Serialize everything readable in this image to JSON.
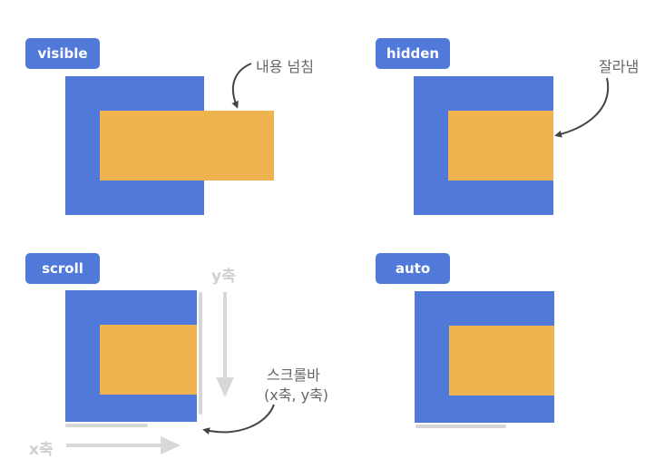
{
  "colors": {
    "badge": "#5079DA",
    "container": "#5079DA",
    "content": "#EFB350",
    "scrollbar": "#D6D6D6",
    "note": "#666666",
    "arrow": "#444444",
    "axis": "#D0D0D0"
  },
  "panels": [
    {
      "label": "visible",
      "annotation": "내용 넘침"
    },
    {
      "label": "hidden",
      "annotation": "잘라냄"
    },
    {
      "label": "scroll",
      "annotation_line1": "스크롤바",
      "annotation_line2": "(x축, y축)",
      "y_axis": "y축",
      "x_axis": "x축"
    },
    {
      "label": "auto"
    }
  ]
}
